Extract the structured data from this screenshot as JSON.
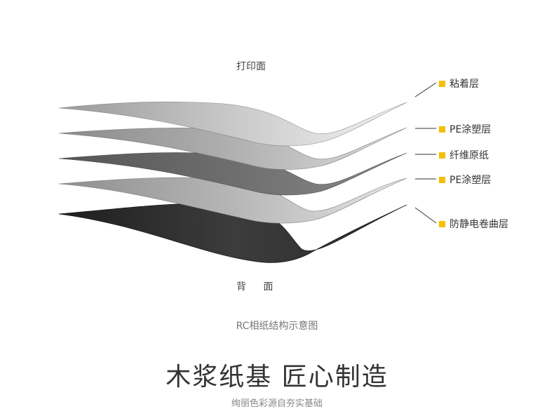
{
  "diagram": {
    "top_label": "打印面",
    "bottom_label": "背 面",
    "layers": [
      {
        "label": "粘着层",
        "color": "#f2c000"
      },
      {
        "label": "PE涂塑层",
        "color": "#f2c000"
      },
      {
        "label": "纤维原纸",
        "color": "#f2c000"
      },
      {
        "label": "PE涂塑层",
        "color": "#f2c000"
      },
      {
        "label": "防静电卷曲层",
        "color": "#f2c000"
      }
    ],
    "caption": "RC相纸结构示意图"
  },
  "headline": "木浆纸基 匠心制造",
  "subhead": "绚丽色彩源自夯实基础"
}
